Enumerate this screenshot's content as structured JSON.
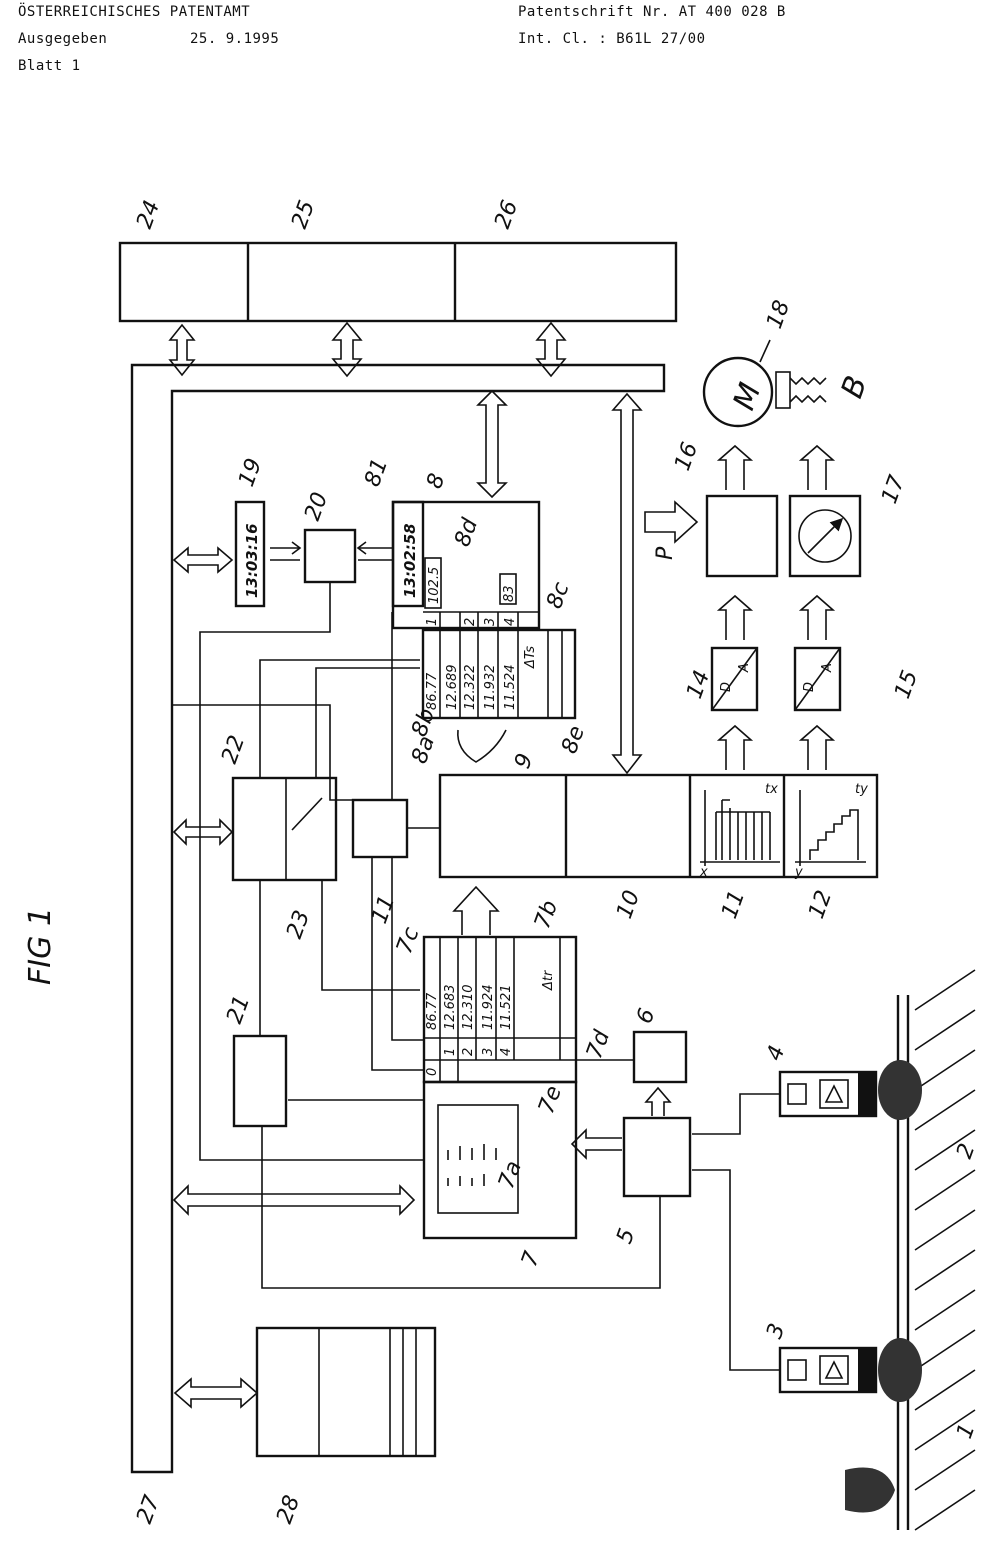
{
  "header": {
    "office": "ÖSTERREICHISCHES PATENTAMT",
    "issued_label": "Ausgegeben",
    "issued_date": "25. 9.1995",
    "sheet": "Blatt 1",
    "patent_no": "Patentschrift Nr. AT 400 028 B",
    "int_cl": "Int. Cl. : B61L 27/00"
  },
  "figure": {
    "title": "FIG 1",
    "clock_19": "13:03:16",
    "clock_81": "13:02:58",
    "value_8": "102.5",
    "value_8d": "83",
    "table_8_rows": [
      "86.77",
      "12.689",
      "12.322",
      "11.932",
      "11.524"
    ],
    "table_8_index": [
      "1",
      "2",
      "3",
      "4"
    ],
    "delta_8": "ΔTs",
    "table_7_rows": [
      "86.77",
      "12.683",
      "12.310",
      "11.924",
      "11.521"
    ],
    "table_7_index": [
      "0",
      "1",
      "2",
      "3",
      "4"
    ],
    "delta_7": "Δtr",
    "motor_letter": "M",
    "brake_letter": "B",
    "p_label": "P",
    "da_d": "D",
    "da_a": "A",
    "axis_x": "x",
    "axis_y": "y",
    "axis_tx": "tx",
    "axis_ty": "ty",
    "labels": {
      "n1": "1",
      "n2": "2",
      "n3": "3",
      "n4": "4",
      "n5": "5",
      "n6": "6",
      "n7": "7",
      "n7a": "7a",
      "n7b": "7b",
      "n7c": "7c",
      "n7d": "7d",
      "n7e": "7e",
      "n8": "8",
      "n8a": "8a",
      "n8b": "8b",
      "n8c": "8c",
      "n8d": "8d",
      "n8e": "8e",
      "n81": "81",
      "n9": "9",
      "n10": "10",
      "n11": "11",
      "n11b": "11",
      "n12": "12",
      "n14": "14",
      "n15": "15",
      "n16": "16",
      "n17": "17",
      "n18": "18",
      "n19": "19",
      "n20": "20",
      "n21": "21",
      "n22": "22",
      "n23": "23",
      "n24": "24",
      "n25": "25",
      "n26": "26",
      "n27": "27",
      "n28": "28"
    }
  }
}
